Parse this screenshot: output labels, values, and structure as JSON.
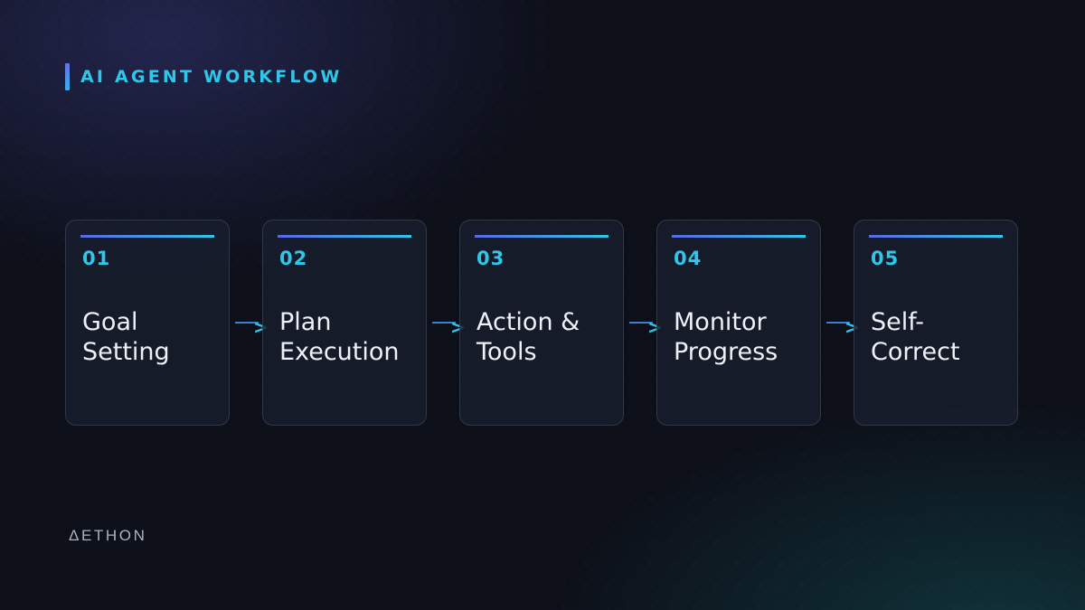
{
  "header": {
    "title": "AI AGENT WORKFLOW"
  },
  "steps": [
    {
      "number": "01",
      "title": "Goal\nSetting"
    },
    {
      "number": "02",
      "title": "Plan\nExecution"
    },
    {
      "number": "03",
      "title": "Action &\nTools"
    },
    {
      "number": "04",
      "title": "Monitor\nProgress"
    },
    {
      "number": "05",
      "title": "Self-\nCorrect"
    }
  ],
  "connector_icon": "chevron-right-icon",
  "brand": {
    "logo": "ΔETHON"
  },
  "colors": {
    "accent": "#2fc6ea",
    "accent_secondary": "#5a68e6",
    "background": "#0d1019",
    "card_background": "#181e2e",
    "text": "#eef1f6"
  }
}
